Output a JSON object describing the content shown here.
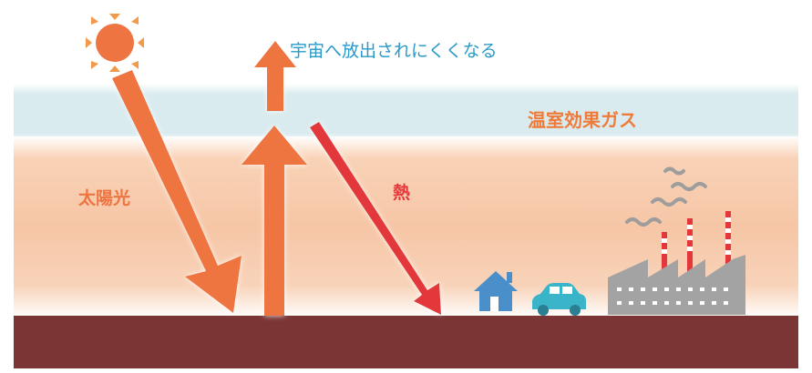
{
  "labels": {
    "space_emission": "宇宙へ放出されにくくなる",
    "greenhouse_gas": "温室効果ガス",
    "sunlight": "太陽光",
    "heat": "熱"
  },
  "icons": [
    "sun-icon",
    "house-icon",
    "car-icon",
    "factory-icon"
  ],
  "colors": {
    "sky_band": "#d9ebee",
    "atmosphere": "#f7c9aa",
    "ground": "#7b3535",
    "sunlight_arrow": "#ee7441",
    "heat_arrow": "#e3373b",
    "space_text": "#2a9ac7",
    "ghg_text": "#ef7a3a",
    "sun_text": "#ee7441",
    "heat_text": "#e3373b",
    "house": "#4a8fca",
    "car": "#3ab4c9",
    "factory": "#a3a3a3"
  }
}
